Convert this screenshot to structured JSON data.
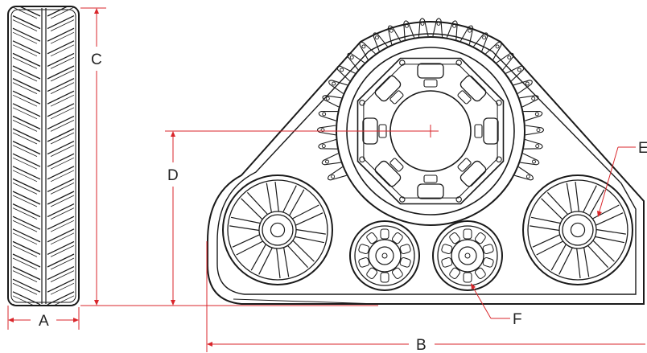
{
  "labels": {
    "a": "A",
    "b": "B",
    "c": "C",
    "d": "D",
    "e": "E",
    "f": "F"
  },
  "colors": {
    "dimension": "#d9262b",
    "outline": "#1a1a1a",
    "background": "#ffffff"
  }
}
